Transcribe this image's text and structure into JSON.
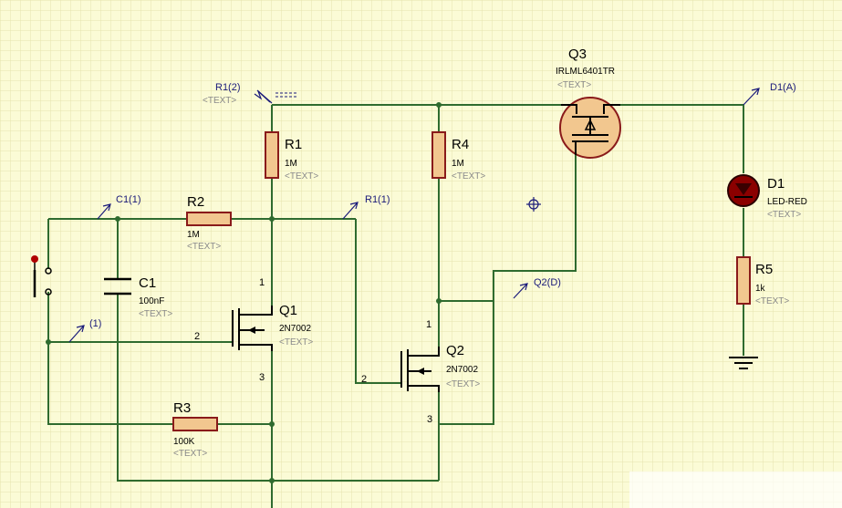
{
  "components": {
    "R1": {
      "ref": "R1",
      "value": "1M",
      "text": "<TEXT>"
    },
    "R2": {
      "ref": "R2",
      "value": "1M",
      "text": "<TEXT>"
    },
    "R3": {
      "ref": "R3",
      "value": "100K",
      "text": "<TEXT>"
    },
    "R4": {
      "ref": "R4",
      "value": "1M",
      "text": "<TEXT>"
    },
    "R5": {
      "ref": "R5",
      "value": "1k",
      "text": "<TEXT>"
    },
    "C1": {
      "ref": "C1",
      "value": "100nF",
      "text": "<TEXT>"
    },
    "Q1": {
      "ref": "Q1",
      "value": "2N7002",
      "text": "<TEXT>"
    },
    "Q2": {
      "ref": "Q2",
      "value": "2N7002",
      "text": "<TEXT>"
    },
    "Q3": {
      "ref": "Q3",
      "value": "IRLML6401TR",
      "text": "<TEXT>"
    },
    "D1": {
      "ref": "D1",
      "value": "LED-RED",
      "text": "<TEXT>"
    }
  },
  "probes": {
    "r1_2": {
      "label": "R1(2)",
      "text": "<TEXT>"
    },
    "c1_1": {
      "label": "C1(1)"
    },
    "r1_1": {
      "label": "R1(1)"
    },
    "p1": {
      "label": "(1)"
    },
    "q2_d": {
      "label": "Q2(D)"
    },
    "d1_a": {
      "label": "D1(A)"
    }
  },
  "pins": {
    "q1_drain": "1",
    "q1_gate": "2",
    "q1_source": "3",
    "q2_drain": "1",
    "q2_gate": "2",
    "q2_source": "3"
  },
  "colors": {
    "background": "#fbfbd6",
    "grid": "#e3e0a6",
    "wire": "#2f6b2f",
    "resistor_fill": "#f2c78f",
    "resistor_stroke": "#8a1a1a",
    "probe": "#1a1a7a",
    "led": "#8b0000"
  }
}
